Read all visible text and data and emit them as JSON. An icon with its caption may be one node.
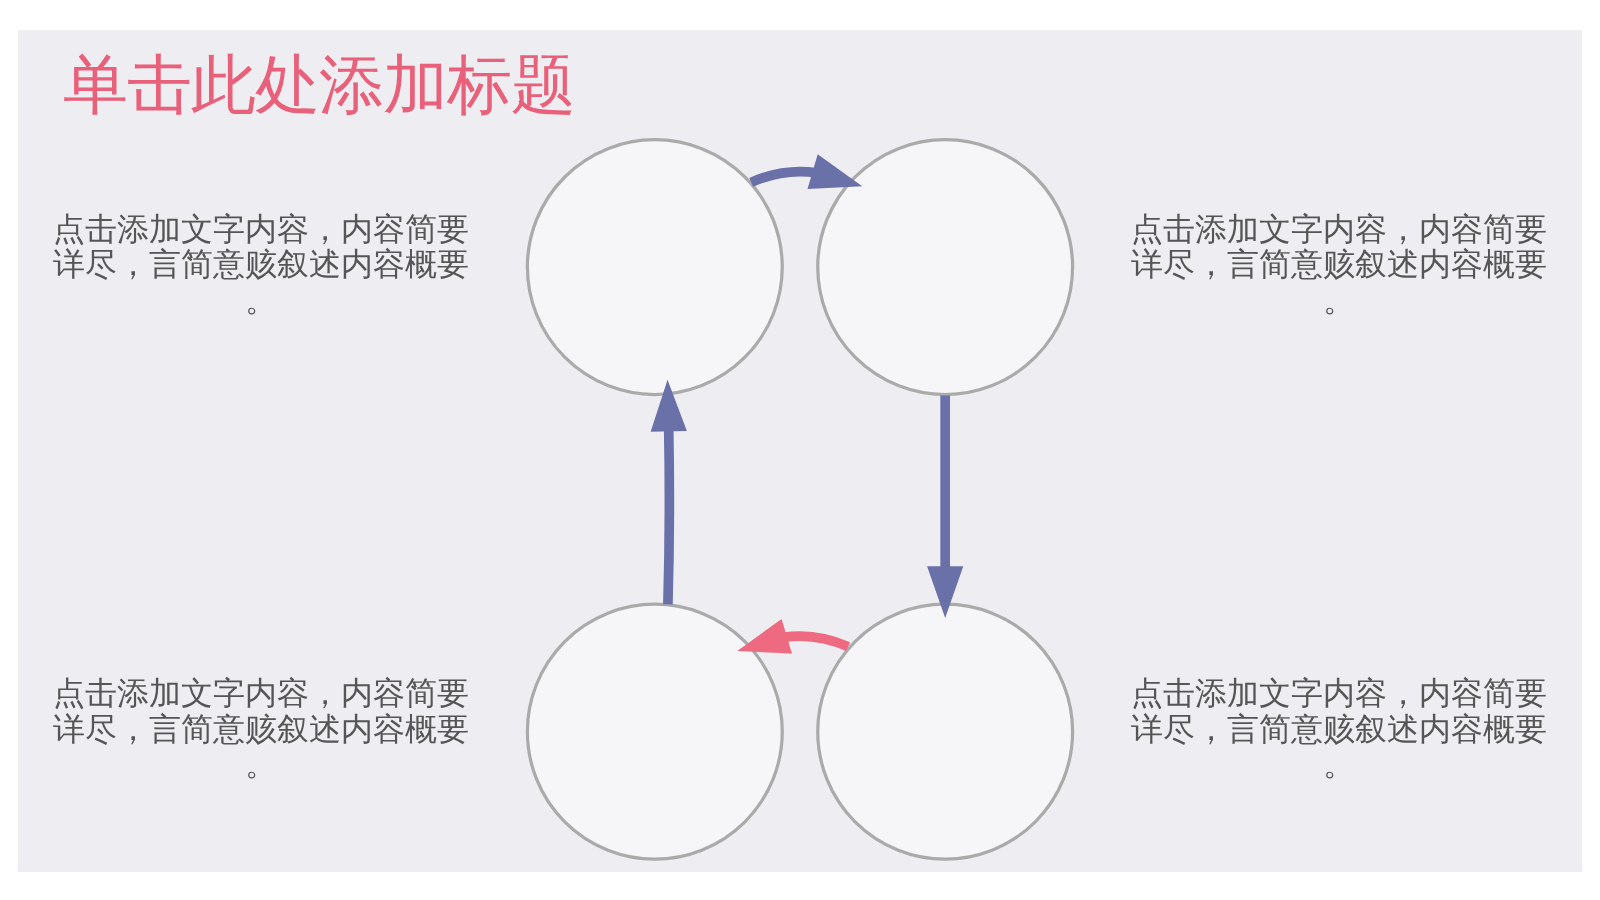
{
  "diagram": {
    "title": "单击此处添加标题",
    "nodes": [
      {
        "text": [],
        "shape": "circle",
        "beside": [
          "点击添加文字内容，内容简要详尽，言简意赅叙述内容概要。"
        ]
      },
      {
        "text": [],
        "shape": "circle",
        "beside": [
          "点击添加文字内容，内容简要详尽，言简意赅叙述内容概要。"
        ]
      },
      {
        "text": [],
        "shape": "circle",
        "beside": [
          "点击添加文字内容，内容简要详尽，言简意赅叙述内容概要。"
        ]
      },
      {
        "text": [],
        "shape": "circle",
        "beside": [
          "点击添加文字内容，内容简要详尽，言简意赅叙述内容概要。"
        ]
      }
    ],
    "edges": [
      {
        "from": 0,
        "to": 1,
        "arrow": "to"
      },
      {
        "from": 1,
        "to": 2,
        "arrow": "to"
      },
      {
        "from": 2,
        "to": 3,
        "arrow": "to",
        "color": "#ee6a80"
      },
      {
        "from": 3,
        "to": 0,
        "arrow": "to"
      }
    ]
  }
}
